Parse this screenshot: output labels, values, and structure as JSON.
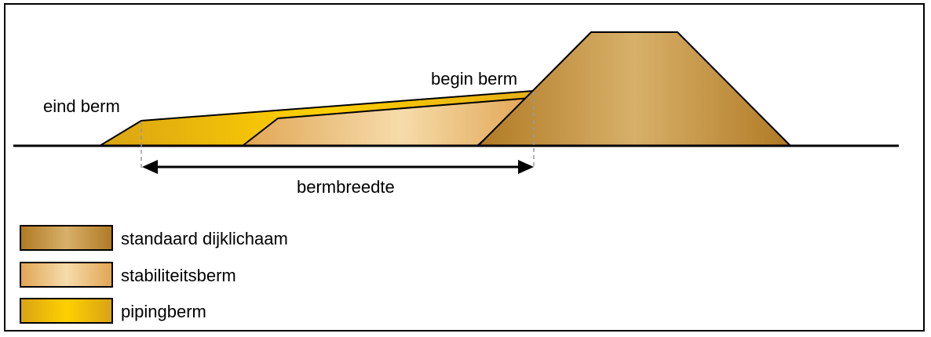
{
  "labels": {
    "eind_berm": "eind berm",
    "begin_berm": "begin berm",
    "bermbreedte": "bermbreedte"
  },
  "legend": [
    {
      "label": "standaard dijklichaam",
      "gradient": [
        "#b7822e",
        "#d8b06a",
        "#b7822e"
      ]
    },
    {
      "label": "stabiliteitsberm",
      "gradient": [
        "#e2a958",
        "#f6dcab",
        "#e2a958"
      ]
    },
    {
      "label": "pipingberm",
      "gradient": [
        "#d9a414",
        "#ffd000",
        "#d9a414"
      ]
    }
  ],
  "colors": {
    "outline": "#000000",
    "dashed_guide": "#999999"
  }
}
